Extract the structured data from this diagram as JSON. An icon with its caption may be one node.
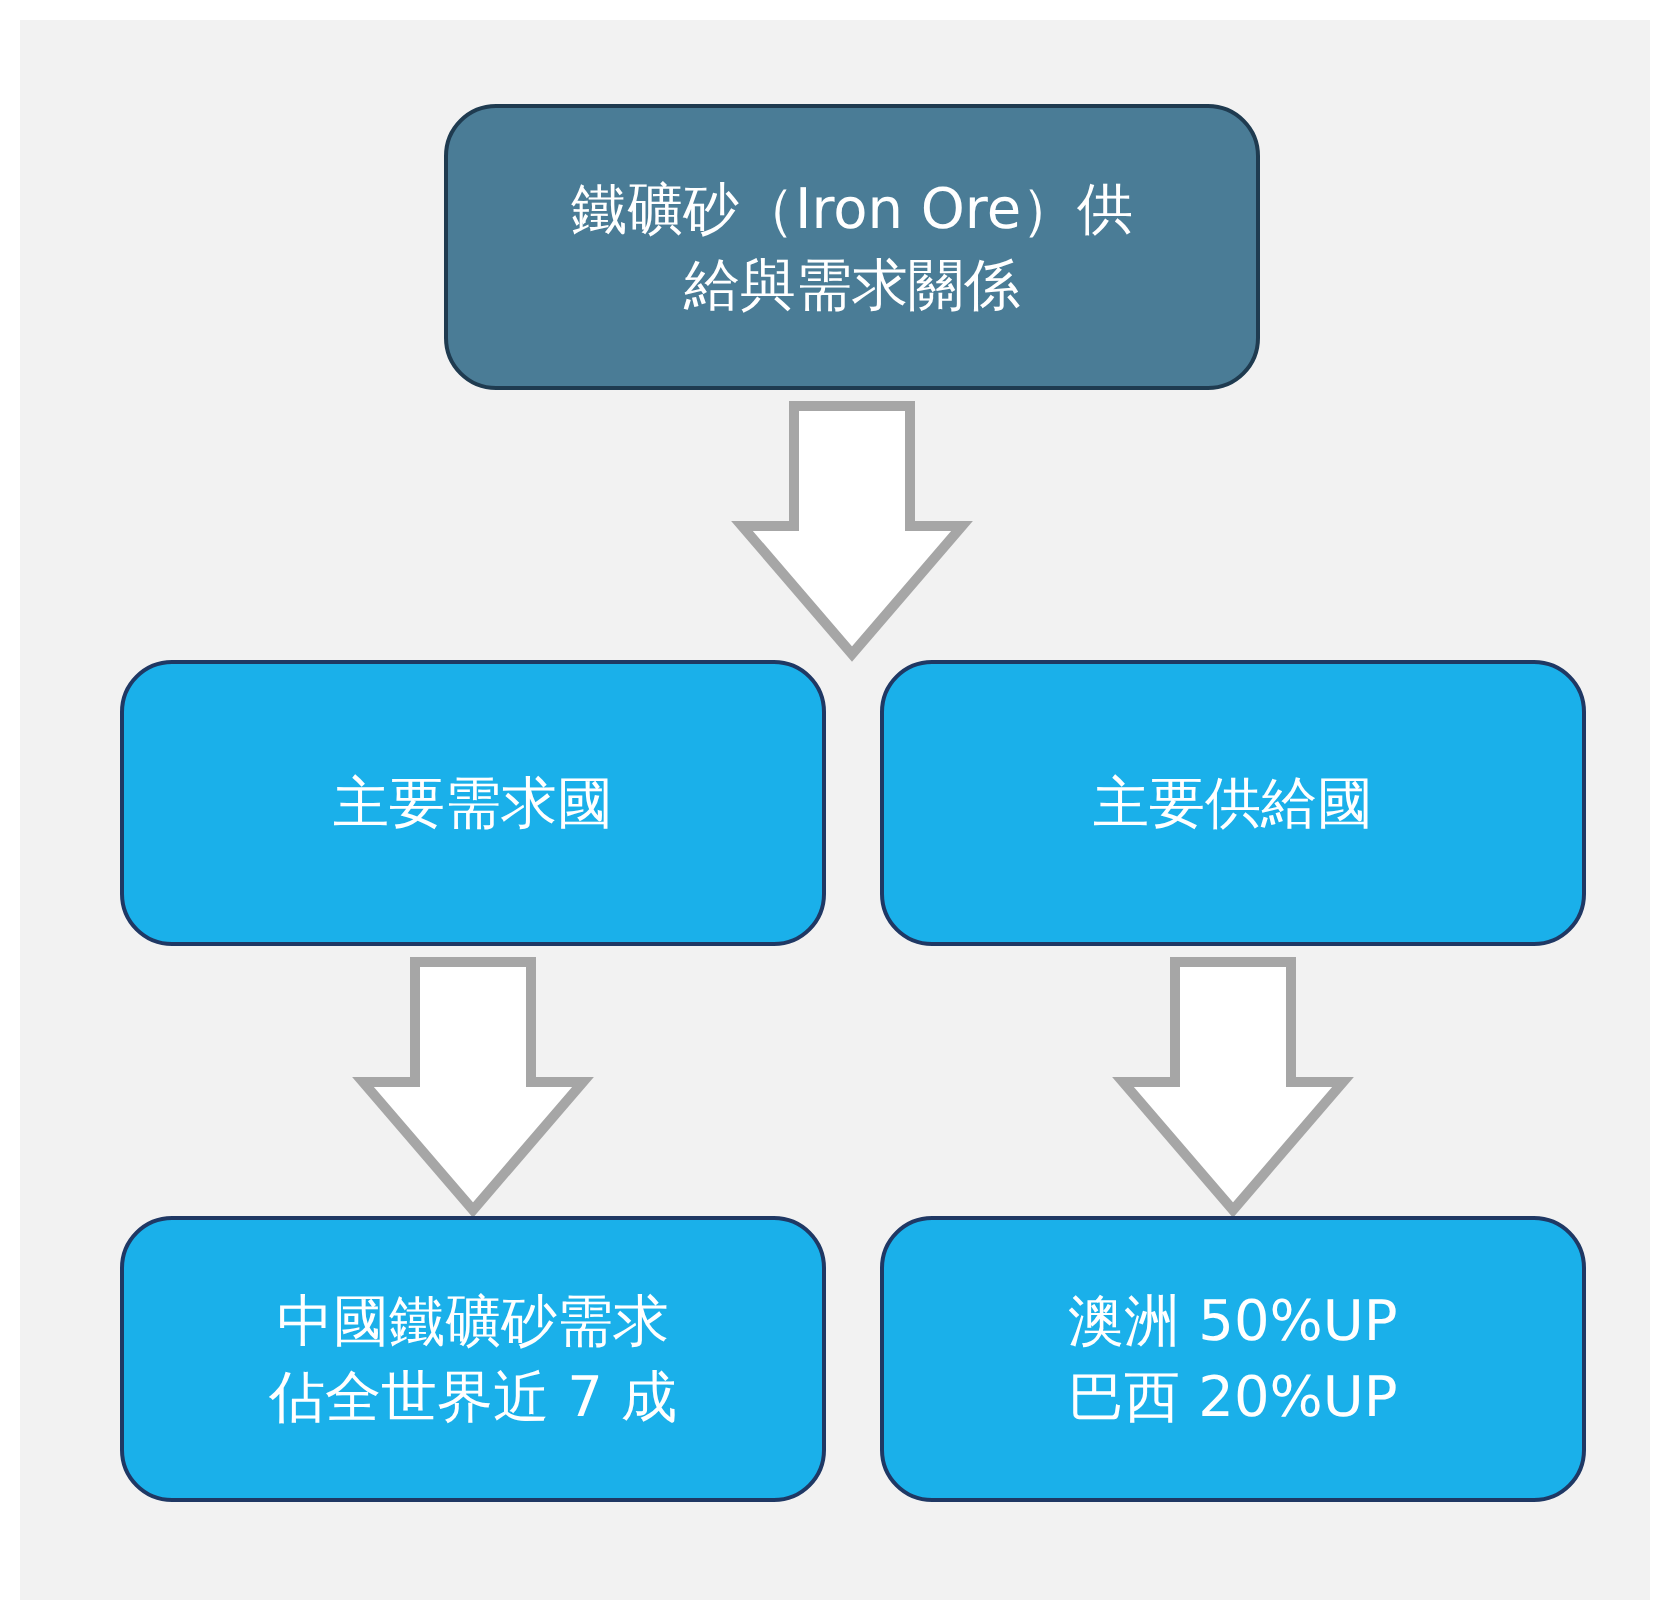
{
  "diagram": {
    "nodes": [
      {
        "text": [
          "鐵礦砂（Iron Ore）供給與需求關係"
        ]
      },
      {
        "text": [
          "主要需求國"
        ]
      },
      {
        "text": [
          "主要供給國"
        ]
      },
      {
        "text": [
          "中國鐵礦砂需求佔全世界近 7 成"
        ]
      },
      {
        "text": [
          "澳洲 50%UP 巴西 20%UP"
        ]
      }
    ],
    "edges": [
      {
        "from": 0,
        "to": 1,
        "arrow": "to"
      },
      {
        "from": 0,
        "to": 2,
        "arrow": "to"
      },
      {
        "from": 1,
        "to": 3,
        "arrow": "to"
      },
      {
        "from": 2,
        "to": 4,
        "arrow": "to"
      }
    ]
  }
}
